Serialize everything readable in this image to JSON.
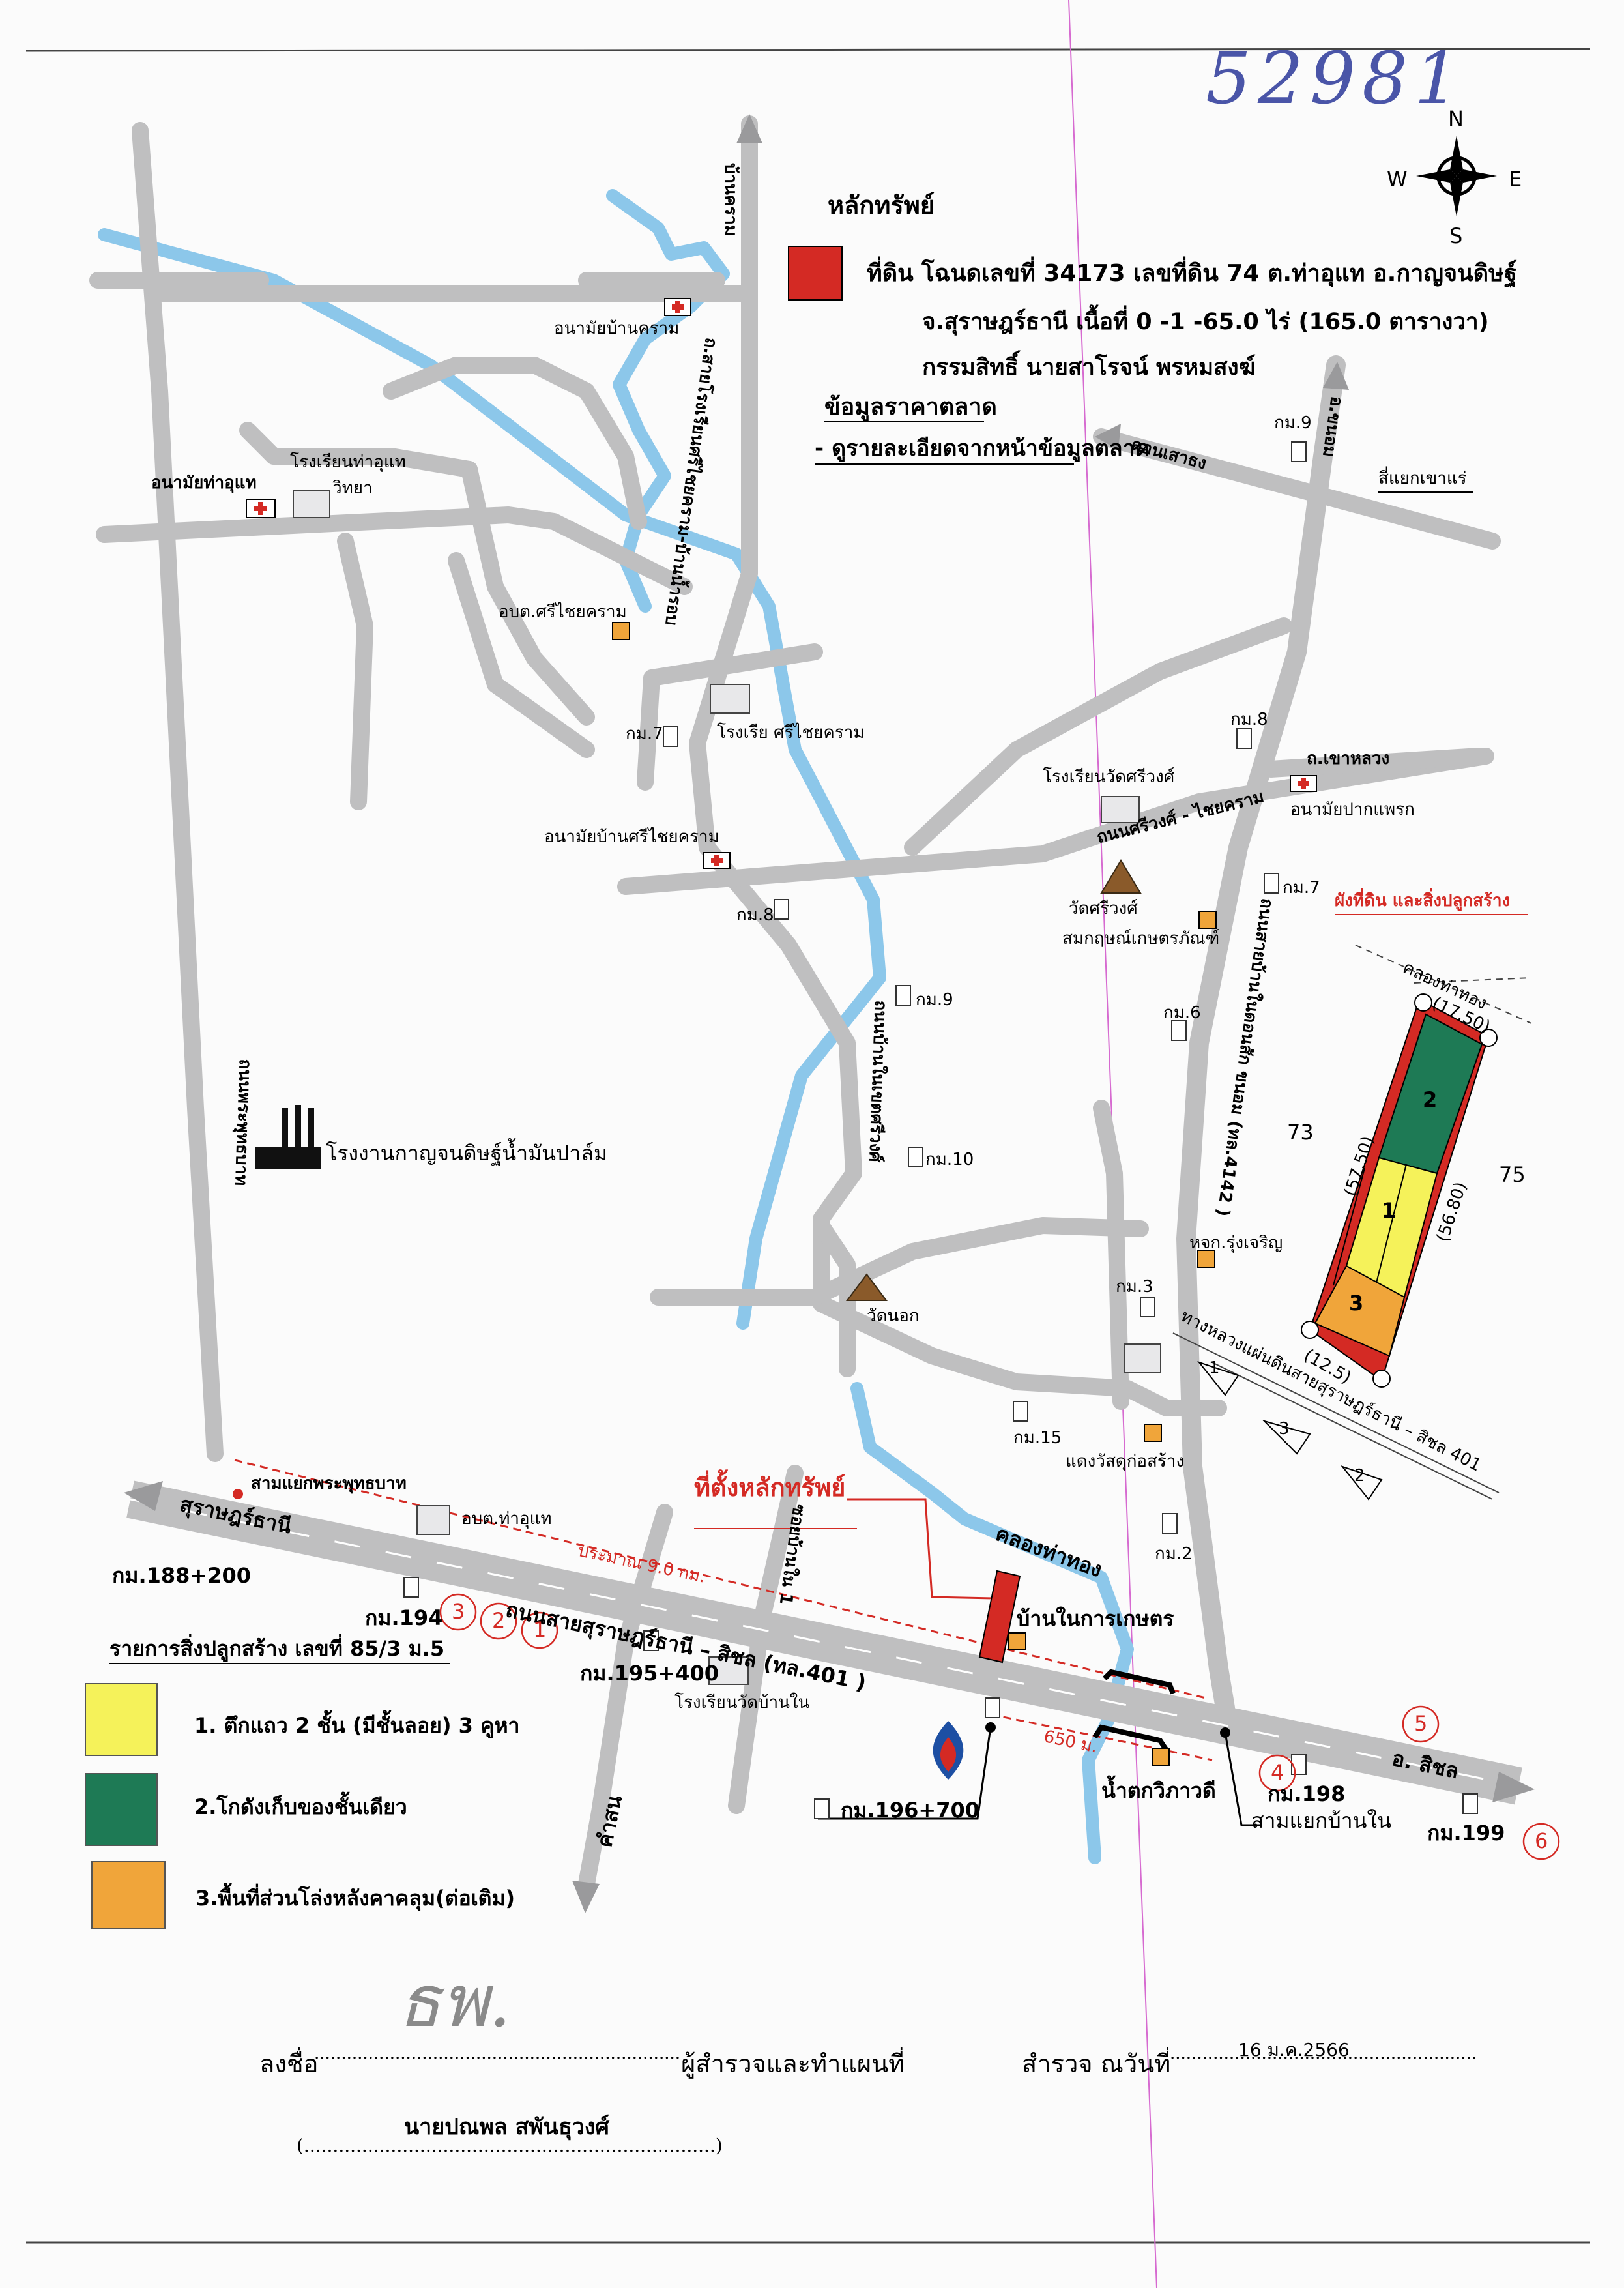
{
  "header": {
    "handwritten_number": "52981"
  },
  "compass": {
    "north": "N",
    "south": "S",
    "east": "E",
    "west": "W"
  },
  "asset": {
    "heading": "หลักทรัพย์",
    "line1": "ที่ดิน โฉนดเลขที่ 34173 เลขที่ดิน 74 ต.ท่าอุแท อ.กาญจนดิษฐ์",
    "line2": "จ.สุราษฎร์ธานี เนื้อที่ 0 -1 -65.0 ไร่ (165.0 ตารางวา)",
    "line3": "กรรมสิทธิ์ นายสาโรจน์ พรหมสงฆ์",
    "market_title": "ข้อมูลราคาตลาด",
    "market_note": "- ดูรายละเอียดจากหน้าข้อมูลตลาด",
    "swatch_color": "#d42a24"
  },
  "places": {
    "health_kram": "อนามัยบ้านคราม",
    "health_tha_u_thae": "อนามัยท่าอุแท",
    "school_tha_u_thae_a": "โรงเรียนท่าอุแท",
    "school_tha_u_thae_b": "วิทยา",
    "sao_sri_chaiyaram": "อบต.ศรีไชยคราม",
    "school_sri_chaiyaram": "โรงเรีย  ศรีไชยคราม",
    "health_sri_chaiyaram": "อนามัยบ้านศรีไชยคราม",
    "school_wat_sriwong": "โรงเรียนวัดศรีวงศ์",
    "wat_sriwong": "วัดศรีวงศ์",
    "coop": "สมกฤษณ์เกษตรภัณฑ์",
    "health_pak_phraek": "อนามัยปากแพรก",
    "palm_factory": "โรงงานกาญจนดิษฐ์น้ำมันปาล์ม",
    "wat_nok": "วัดนอก",
    "shop_rungcharoen": "หจก.รุ่งเจริญ",
    "shop_construction": "แดงวัสดุก่อสร้าง",
    "junction_phra_phutthabat": "สามแยกพระพุทธบาท",
    "sao_tha_u_thae": "อบต.ท่าอุแท",
    "school_wat_ban_nai": "โรงเรียนวัดบ้านใน",
    "ban_nai_kaset": "บ้านในการเกษตร",
    "waterfall": "น้ำตกวิภาวดี",
    "junction_ban_nai": "สามแยกบ้านใน",
    "junction_khao_rae": "สี่แยกเขาแร่",
    "asset_location": "ที่ตั้งหลักทรัพย์"
  },
  "roads": {
    "main_highway": "ถนนสายสุราษฎร์ธานี – สิชล (ทล.401 )",
    "to_surat": "สุราษฎร์ธานี",
    "to_sichon": "อ. สิชล",
    "to_kham_son": "คำสน",
    "to_ban_kram_top": "บ้านคราม",
    "to_don_sai": "ดอนเสาธง",
    "to_khanom": "อ.ขนอม",
    "road_khanom_4142": "ถนนสายบ้านในดอนสัก ขนอม (ทล.4142 )",
    "road_sriwong": "ถนนศรีวงศ์ - ไชยคราม",
    "road_khao_luang": "ถ.เขาหลวง",
    "road_school_ban_nai": "ถ.สายโรงเรียนศรีไชยคราม-บ้านน้ำรอบ",
    "road_phra_phutthabat": "ถนนพระพุทธบาท",
    "road_ban_nai_1": "ซอยบ้านใน 1",
    "road_wat_nok": "ถนนบ้านในเขตศรีวงศ์",
    "canal_tha_thong": "คลองท่าทอง",
    "distance_9km": "ประมาณ 9.0 กม.",
    "distance_650m": "650 ม."
  },
  "km_markers": {
    "km188": "กม.188+200",
    "km194": "กม.194",
    "km195": "กม.195+400",
    "km196": "กม.196+700",
    "km198": "กม.198",
    "km199": "กม.199",
    "m9_top": "กม.9",
    "m7_left": "กม.7",
    "m8_right": "กม.8",
    "m8_mid": "กม.8",
    "m7_right": "กม.7",
    "m9_mid": "กม.9",
    "m6": "กม.6",
    "m10": "กม.10",
    "m3": "กม.3",
    "m15": "กม.15",
    "m2": "กม.2"
  },
  "circled_numbers": [
    "1",
    "2",
    "3",
    "4",
    "5",
    "6"
  ],
  "plot": {
    "title": "ผังที่ดิน และสิ่งปลูกสร้าง",
    "canal": "คลองท่าทอง",
    "dim_top": "(17.50)",
    "dim_left": "(57.50)",
    "dim_right": "(56.80)",
    "dim_bottom": "(12.5)",
    "neighbor_left": "73",
    "neighbor_right": "75",
    "road_label": "ทางหลวงแผ่นดินสายสุราษฎร์ธานี – สิชล 401",
    "part_labels": [
      "1",
      "2",
      "3"
    ],
    "arrow_numbers": [
      "1",
      "3",
      "2"
    ]
  },
  "legend": {
    "title": "รายการสิ่งปลูกสร้าง เลขที่ 85/3 ม.5",
    "items": [
      {
        "label": "1. ตึกแถว 2 ชั้น (มีชั้นลอย) 3 คูหา",
        "color": "#f5f25a"
      },
      {
        "label": "2.โกดังเก็บของชั้นเดียว",
        "color": "#1e7a55"
      },
      {
        "label": "3.พื้นที่ส่วนโล่งหลังคาคลุม(ต่อเติม)",
        "color": "#f0a53a"
      }
    ]
  },
  "signature": {
    "sign_label": "ลงชื่อ",
    "sign_dots": "....................................................................",
    "surveyor_role": "ผู้สำรวจและทำแผนที่",
    "survey_date_label": "สำรวจ ณวันที่",
    "date_dots": ".........................................................",
    "survey_date": "16 ม.ค.2566",
    "name": "นายปณพล สพันธุวงศ์",
    "name_parens": "(.......................................................................)",
    "handwritten": "ธพ."
  },
  "colors": {
    "road": "#bfbfc0",
    "river": "#8cc7ea",
    "accent_red": "#d42a24"
  }
}
